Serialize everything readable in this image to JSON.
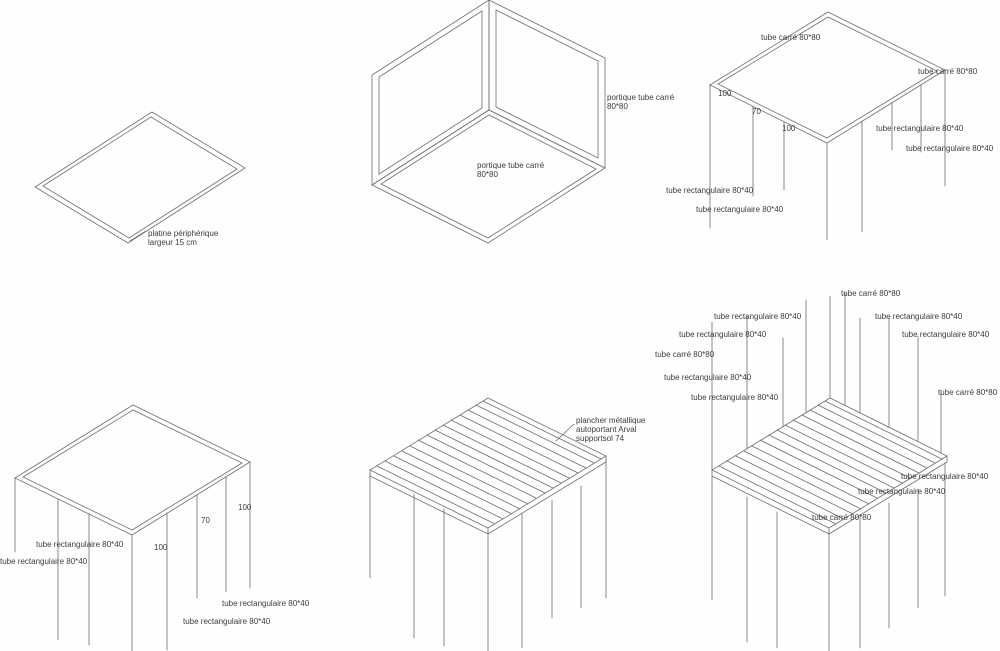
{
  "canvas": {
    "background": "#fefefe",
    "line_color": "#6e6e6e",
    "text_color": "#3c3c3c"
  },
  "step1": {
    "plate_label": [
      "platine périphérique",
      "largeur 15 cm"
    ]
  },
  "step2": {
    "portal_label_right": [
      "portique tube carré",
      "80*80"
    ],
    "portal_label_inner": [
      "portique tube carré",
      "80*80"
    ]
  },
  "step3": {
    "square_tube_top": "tube carré 80*80",
    "square_tube_right": "tube carré 80*80",
    "rect_tube_right_1": "tube rectangulaire 80*40",
    "rect_tube_right_2": "tube rectangulaire 80*40",
    "rect_tube_left_1": "tube rectangulaire 80*40",
    "rect_tube_left_2": "tube rectangulaire 80*40",
    "dim_1": "100",
    "dim_2": "70",
    "dim_3": "100"
  },
  "step4": {
    "rect_tube_left_1": "tube rectangulaire 80*40",
    "rect_tube_left_2": "tube rectangulaire 80*40",
    "rect_tube_right_1": "tube rectangulaire 80*40",
    "rect_tube_right_2": "tube rectangulaire 80*40",
    "dim_1": "100",
    "dim_2": "70",
    "dim_3": "100"
  },
  "step5": {
    "floor_label": [
      "plancher métallique",
      "autoportant Arval",
      "supportsol 74"
    ]
  },
  "step6": {
    "square_tube_top": "tube carré 80*80",
    "rect_tube_upper_left_1": "tube rectangulaire 80*40",
    "rect_tube_upper_right_1": "tube rectangulaire 80*40",
    "rect_tube_upper_left_2": "tube rectangulaire 80*40",
    "rect_tube_upper_right_2": "tube rectangulaire 80*40",
    "square_tube_left": "tube carré 80*80",
    "rect_tube_left_3": "tube rectangulaire 80*40",
    "rect_tube_left_4": "tube rectangulaire 80*40",
    "square_tube_right": "tube carré 80*80",
    "rect_tube_deck_1": "tube rectangulaire 80*40",
    "rect_tube_deck_2": "tube rectangulaire 80*40",
    "square_tube_deck": "tube carré 80*80"
  }
}
